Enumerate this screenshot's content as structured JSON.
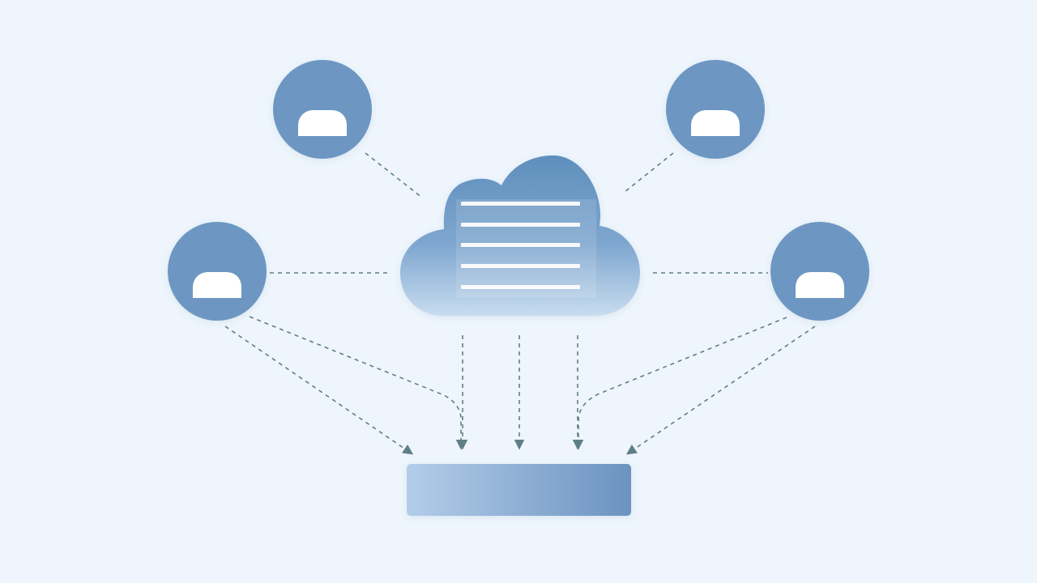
{
  "diagram": {
    "background": "#eef5fc",
    "colors": {
      "user_node": "#6d97c2",
      "user_glyph": "#ffffff",
      "cloud_top": "#5f8fbc",
      "cloud_bottom": "#c8dcef",
      "document_line": "#ffffff",
      "connector": "#5f7f86",
      "storage_light": "#b3cde9",
      "storage_dark": "#6b93c0"
    },
    "central_node": {
      "shape": "cloud",
      "icon": "document-lines-icon",
      "line_count": 5
    },
    "user_nodes": [
      {
        "id": "top-left",
        "icon": "user-icon"
      },
      {
        "id": "top-right",
        "icon": "user-icon"
      },
      {
        "id": "mid-left",
        "icon": "user-icon"
      },
      {
        "id": "mid-right",
        "icon": "user-icon"
      }
    ],
    "sink_node": {
      "shape": "rounded-rectangle",
      "label": ""
    },
    "connections": [
      {
        "from": "top-left",
        "to": "cloud",
        "style": "dashed",
        "arrow": false
      },
      {
        "from": "top-right",
        "to": "cloud",
        "style": "dashed",
        "arrow": false
      },
      {
        "from": "mid-left",
        "to": "cloud",
        "style": "dashed",
        "arrow": false
      },
      {
        "from": "mid-right",
        "to": "cloud",
        "style": "dashed",
        "arrow": false
      },
      {
        "from": "mid-left",
        "to": "sink",
        "style": "dashed",
        "arrow": true
      },
      {
        "from": "mid-left",
        "to": "sink",
        "style": "dashed",
        "arrow": true
      },
      {
        "from": "cloud",
        "to": "sink",
        "style": "dashed",
        "arrow": true
      },
      {
        "from": "cloud",
        "to": "sink",
        "style": "dashed",
        "arrow": true
      },
      {
        "from": "cloud",
        "to": "sink",
        "style": "dashed",
        "arrow": true
      },
      {
        "from": "mid-right",
        "to": "sink",
        "style": "dashed",
        "arrow": true
      },
      {
        "from": "mid-right",
        "to": "sink",
        "style": "dashed",
        "arrow": true
      }
    ]
  }
}
